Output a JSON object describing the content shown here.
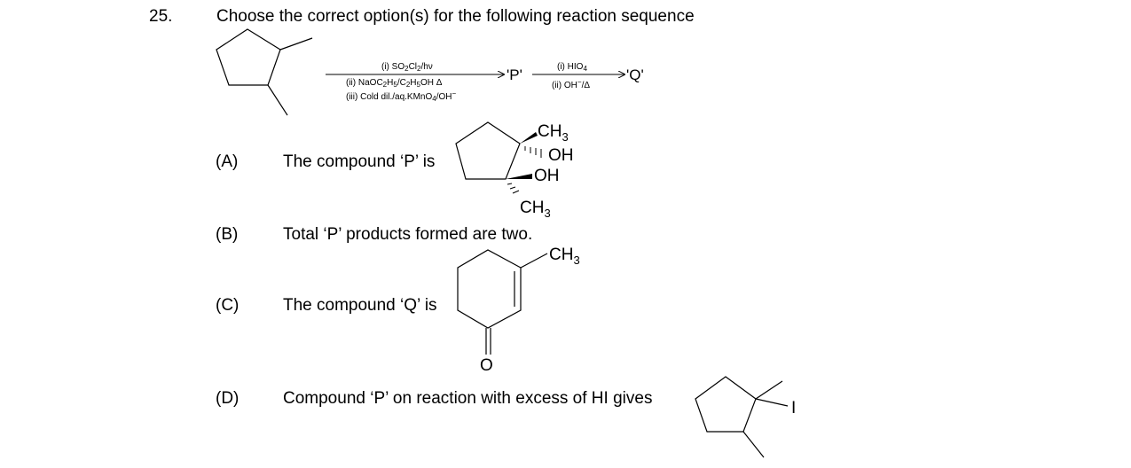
{
  "question": {
    "number": "25.",
    "text": "Choose the correct option(s) for the following reaction sequence"
  },
  "reaction": {
    "step1": {
      "reagent_i": "(i) SO",
      "reagent_i_b": "Cl",
      "reagent_i_c": "/hν",
      "reagent_ii": "(ii) NaOC",
      "reagent_ii_b": "H",
      "reagent_ii_c": "/C",
      "reagent_ii_d": "H",
      "reagent_ii_e": "OH Δ",
      "reagent_iii": "(iii) Cold dil./aq.KMnO",
      "reagent_iii_b": "/OH",
      "sub2": "2",
      "sub5": "5",
      "sub4": "4",
      "minus": "−"
    },
    "product_p": "'P'",
    "step2": {
      "reagent_i": "(i) HIO",
      "reagent_ii": "(ii) OH",
      "reagent_ii_b": "/Δ",
      "sub4": "4",
      "minus": "−"
    },
    "product_q": "'Q'"
  },
  "options": [
    {
      "label": "(A)",
      "text": "The compound ‘P’ is"
    },
    {
      "label": "(B)",
      "text": "Total ‘P’ products formed are two."
    },
    {
      "label": "(C)",
      "text": "The compound ‘Q’ is"
    },
    {
      "label": "(D)",
      "text": "Compound ‘P’ on reaction with excess of HI gives"
    }
  ],
  "structure_a": {
    "ch3_top": "CH",
    "ch3_top_sub": "3",
    "oh_top": "OH",
    "oh_bottom": "OH",
    "ch3_bottom": "CH",
    "ch3_bottom_sub": "3"
  },
  "structure_c": {
    "ch3": "CH",
    "ch3_sub": "3",
    "oxygen": "O"
  },
  "structure_d": {
    "iodine": "I"
  }
}
